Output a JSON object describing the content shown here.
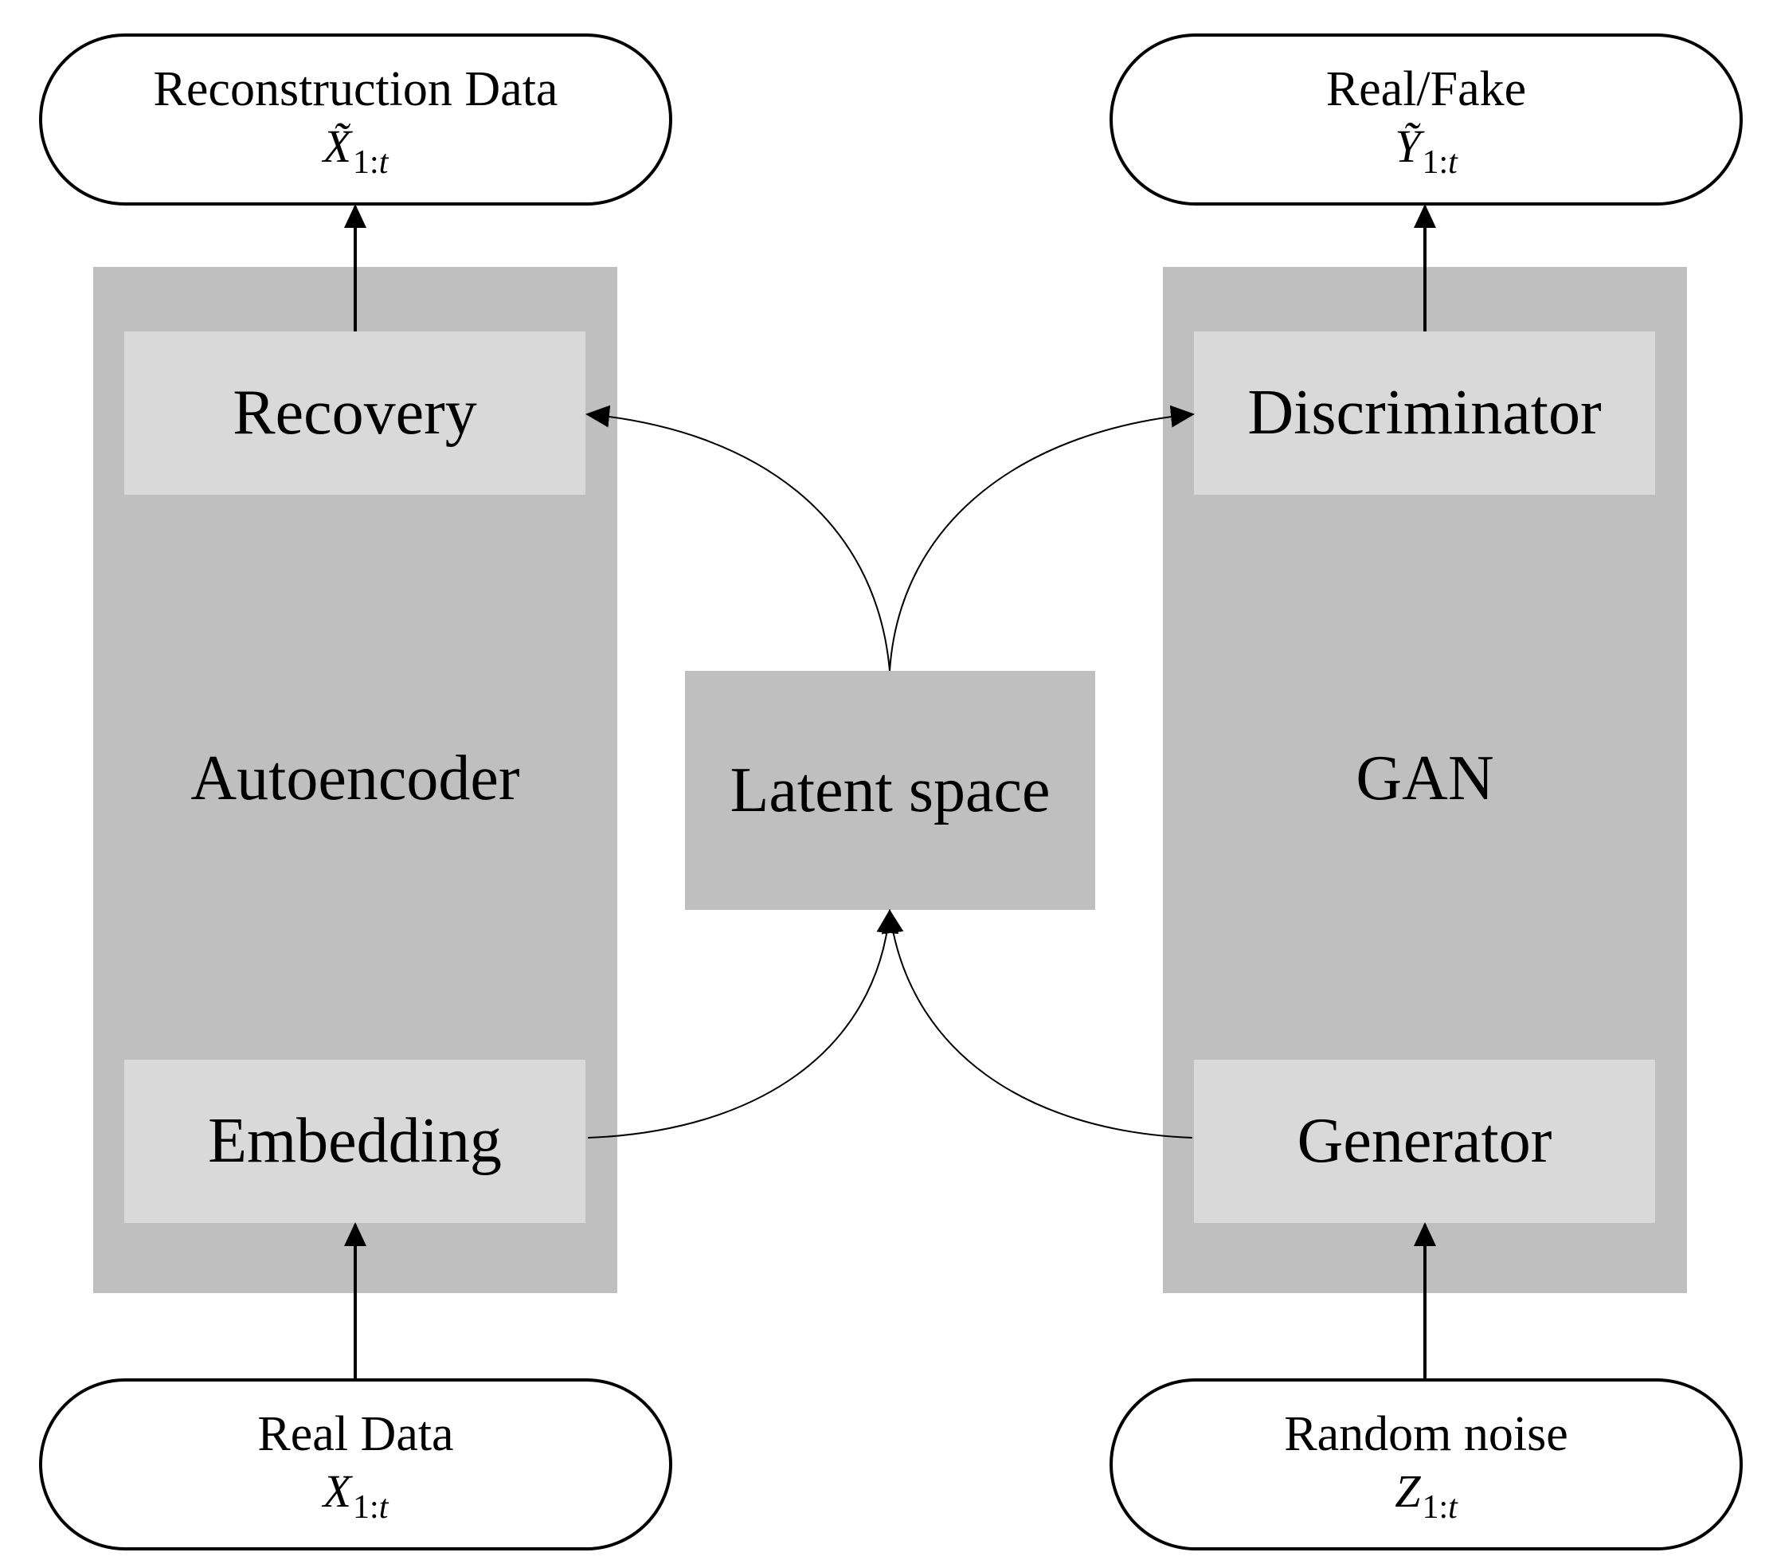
{
  "io": {
    "reconstruction": {
      "title": "Reconstruction Data",
      "symbol": "X̃",
      "subscript": "1:",
      "subscript_var": "t"
    },
    "real_fake": {
      "title": "Real/Fake",
      "symbol": "Ỹ",
      "subscript": "1:",
      "subscript_var": "t"
    },
    "real_data": {
      "title": "Real Data",
      "symbol": "X",
      "subscript": "1:",
      "subscript_var": "t"
    },
    "random_noise": {
      "title": "Random noise",
      "symbol": "Z",
      "subscript": "1:",
      "subscript_var": "t"
    }
  },
  "autoencoder": {
    "label": "Autoencoder",
    "recovery": "Recovery",
    "embedding": "Embedding"
  },
  "gan": {
    "label": "GAN",
    "discriminator": "Discriminator",
    "generator": "Generator"
  },
  "latent": {
    "label": "Latent space"
  },
  "colors": {
    "panel": "#bfbfbf",
    "inner_box": "#d9d9d9",
    "stroke": "#000000"
  }
}
